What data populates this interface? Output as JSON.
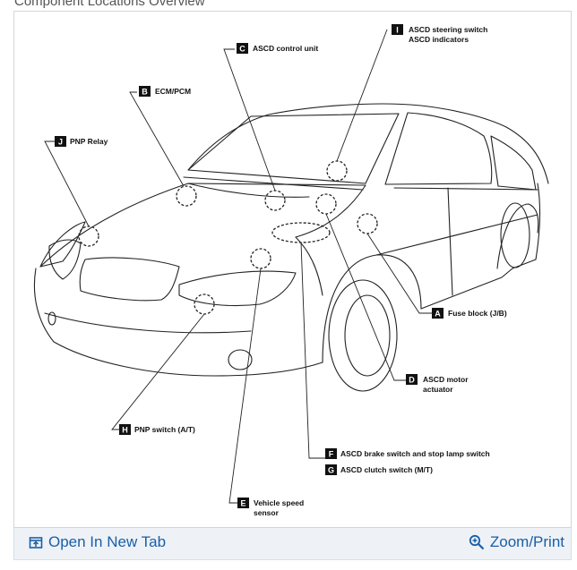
{
  "header": {
    "section_title": "Component Locations Overview"
  },
  "callouts": {
    "I": {
      "letter": "I",
      "line1": "ASCD steering switch",
      "line2": "ASCD indicators"
    },
    "C": {
      "letter": "C",
      "line1": "ASCD control unit"
    },
    "B": {
      "letter": "B",
      "line1": "ECM/PCM"
    },
    "J": {
      "letter": "J",
      "line1": "PNP Relay"
    },
    "A": {
      "letter": "A",
      "line1": "Fuse block (J/B)"
    },
    "D": {
      "letter": "D",
      "line1": "ASCD motor",
      "line2": "actuator"
    },
    "H": {
      "letter": "H",
      "line1": "PNP switch (A/T)"
    },
    "F": {
      "letter": "F",
      "line1": "ASCD brake switch and stop lamp switch"
    },
    "G": {
      "letter": "G",
      "line1": "ASCD clutch switch (M/T)"
    },
    "E": {
      "letter": "E",
      "line1": "Vehicle speed",
      "line2": "sensor"
    }
  },
  "toolbar": {
    "open_label": "Open In New Tab",
    "open_icon": "open-in-new-tab-icon",
    "zoom_label": "Zoom/Print",
    "zoom_icon": "magnifier-plus-icon",
    "link_color": "#1a5fa8"
  }
}
